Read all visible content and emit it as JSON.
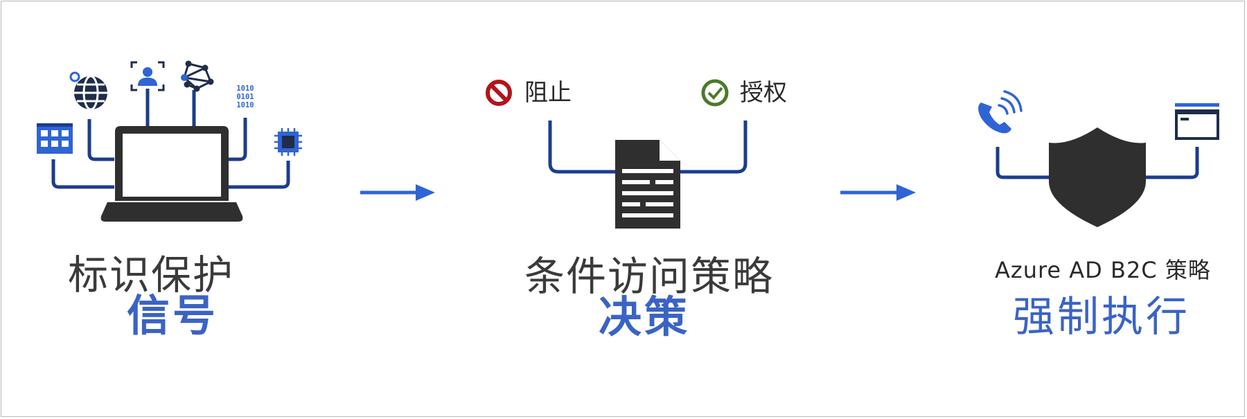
{
  "colors": {
    "dark": "#2f2f2f",
    "navy": "#1b3d8f",
    "blue": "#2f64d4",
    "accent_text": "#3a63c4",
    "block_red": "#b3131b",
    "grant_green": "#4a7a2a"
  },
  "stages": [
    {
      "gray_label": "标识保护",
      "blue_label": "信号",
      "icons": [
        "calendar-icon",
        "globe-icon",
        "user-scan-icon",
        "network-icon",
        "binary-icon",
        "chip-icon",
        "laptop-icon"
      ]
    },
    {
      "gray_label": "条件访问策略",
      "blue_label": "决策",
      "block_label": "阻止",
      "grant_label": "授权",
      "icons": [
        "block-icon",
        "check-icon",
        "document-icon"
      ]
    },
    {
      "gray_label": "Azure AD B2C 策略",
      "blue_label": "强制执行",
      "icons": [
        "phone-icon",
        "window-icon",
        "shield-icon"
      ]
    }
  ]
}
